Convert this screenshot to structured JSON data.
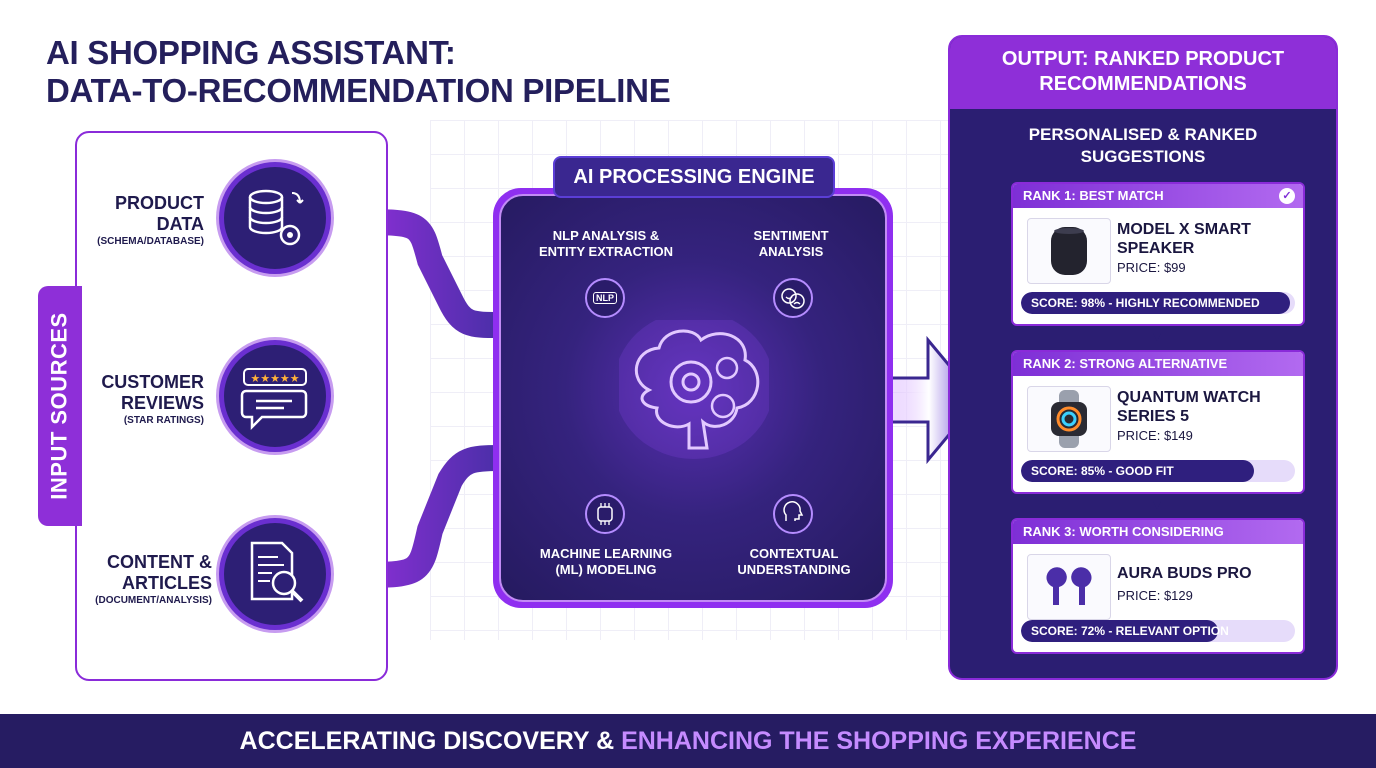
{
  "title": {
    "line1": "AI SHOPPING ASSISTANT:",
    "line2": "DATA-TO-RECOMMENDATION PIPELINE"
  },
  "inputs": {
    "tab_label": "INPUT SOURCES",
    "sources": [
      {
        "name": "PRODUCT",
        "name2": "DATA",
        "sub": "(SCHEMA/DATABASE)",
        "icon": "database-gear-icon"
      },
      {
        "name": "CUSTOMER",
        "name2": "REVIEWS",
        "sub": "(STAR RATINGS)",
        "icon": "review-stars-icon"
      },
      {
        "name": "CONTENT &",
        "name2": "ARTICLES",
        "sub": "(DOCUMENT/ANALYSIS)",
        "icon": "document-search-icon"
      }
    ]
  },
  "engine": {
    "label": "AI PROCESSING ENGINE",
    "nlp": {
      "line1": "NLP ANALYSIS &",
      "line2": "ENTITY EXTRACTION",
      "badge": "NLP"
    },
    "sentiment": {
      "line1": "SENTIMENT",
      "line2": "ANALYSIS"
    },
    "ml": {
      "line1": "MACHINE LEARNING",
      "line2": "(ML) MODELING"
    },
    "context": {
      "line1": "CONTEXTUAL",
      "line2": "UNDERSTANDING"
    }
  },
  "output": {
    "header_line1": "OUTPUT: RANKED PRODUCT",
    "header_line2": "RECOMMENDATIONS",
    "sub_line1": "PERSONALISED & RANKED",
    "sub_line2": "SUGGESTIONS",
    "cards": [
      {
        "rank": "RANK 1: BEST MATCH",
        "name1": "MODEL X SMART",
        "name2": "SPEAKER",
        "price": "PRICE: $99",
        "score": "SCORE: 98% - HIGHLY RECOMMENDED",
        "score_pct": 98,
        "icon": "smart-speaker-icon"
      },
      {
        "rank": "RANK 2: STRONG ALTERNATIVE",
        "name1": "QUANTUM WATCH",
        "name2": "SERIES 5",
        "price": "PRICE: $149",
        "score": "SCORE: 85% - GOOD FIT",
        "score_pct": 85,
        "icon": "smartwatch-icon"
      },
      {
        "rank": "RANK 3: WORTH CONSIDERING",
        "name1": "AURA BUDS PRO",
        "name2": "",
        "price": "PRICE: $129",
        "score": "SCORE: 72% - RELEVANT OPTION",
        "score_pct": 72,
        "icon": "earbuds-icon"
      }
    ]
  },
  "footer": {
    "part1": "ACCELERATING DISCOVERY & ",
    "part2": "ENHANCING THE SHOPPING EXPERIENCE"
  },
  "colors": {
    "navy": "#261c62",
    "purple": "#8e2fd8",
    "lavender": "#c58bff"
  }
}
